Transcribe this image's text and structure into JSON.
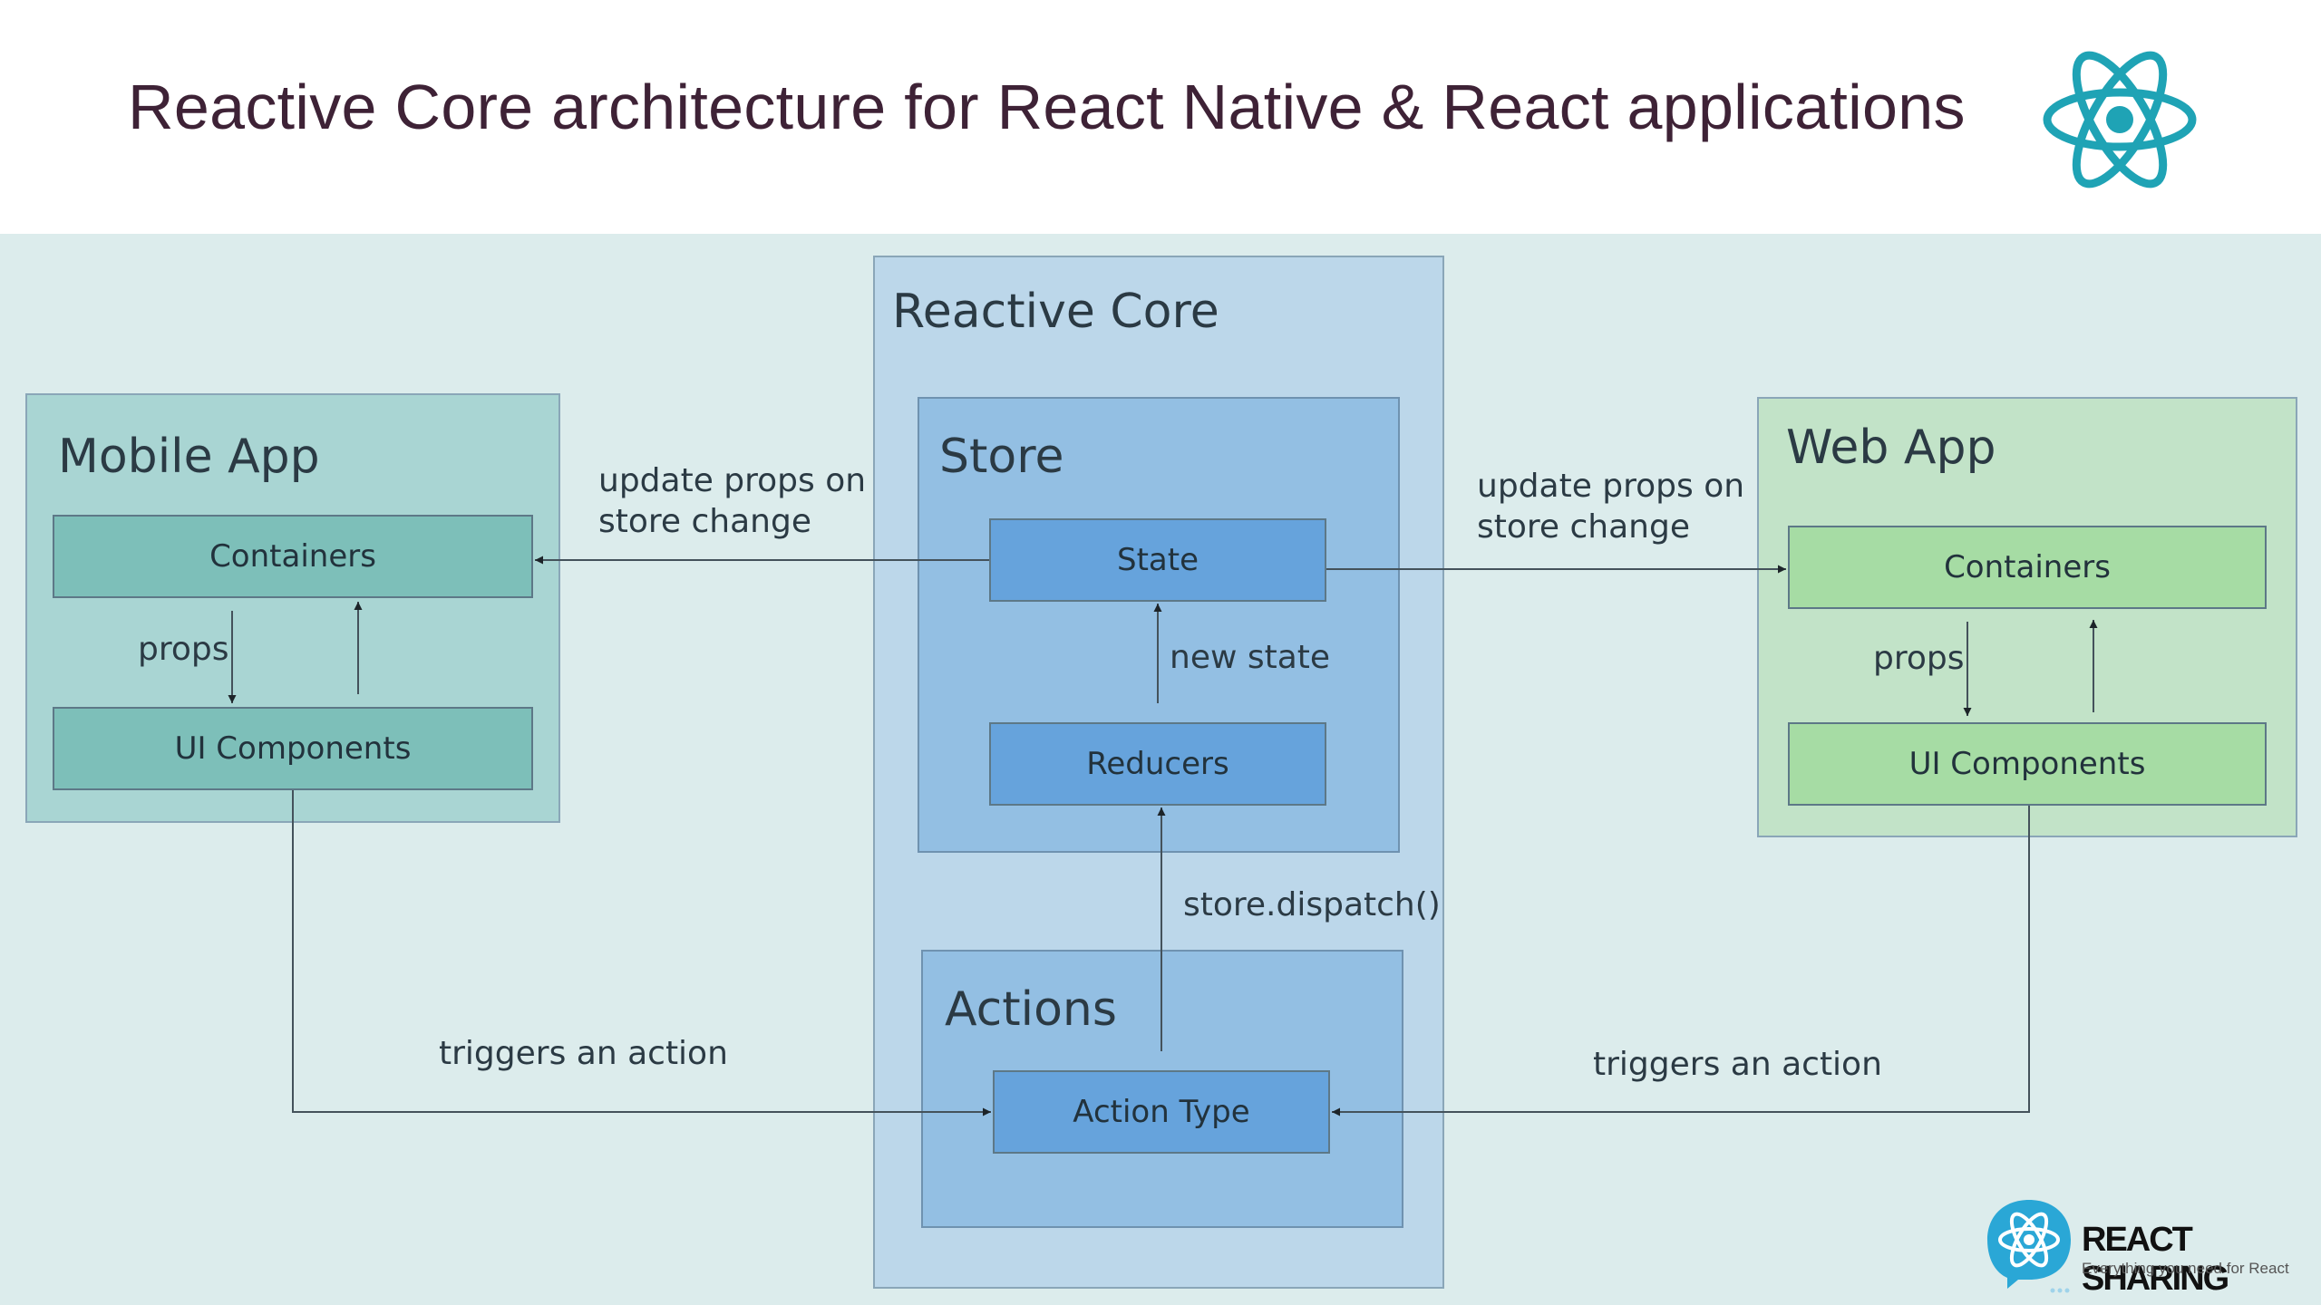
{
  "header": {
    "title": "Reactive Core architecture for React Native & React applications",
    "icon": "react-atom-icon",
    "icon_color": "#1fa3b5"
  },
  "diagram": {
    "reactive_core": {
      "title": "Reactive Core",
      "color": "#bcd7ea"
    },
    "store": {
      "title": "Store",
      "color": "#93bfe3",
      "state": "State",
      "reducers": "Reducers",
      "new_state": "new state"
    },
    "actions": {
      "title": "Actions",
      "color": "#93bfe3",
      "action_type": "Action Type",
      "dispatch": "store.dispatch()"
    },
    "mobile_app": {
      "title": "Mobile App",
      "color": "#a9d5d3",
      "containers": "Containers",
      "ui_components": "UI Components",
      "props": "props",
      "component_color": "#7dbfb9"
    },
    "web_app": {
      "title": "Web App",
      "color": "#c2e3c8",
      "containers": "Containers",
      "ui_components": "UI Components",
      "props": "props",
      "component_color": "#a6dca4"
    },
    "edges": {
      "update_left_line1": "update props on",
      "update_left_line2": "store change",
      "update_right_line1": "update props on",
      "update_right_line2": "store change",
      "triggers_left": "triggers an action",
      "triggers_right": "triggers an action"
    }
  },
  "branding": {
    "name": "REACT SHARING",
    "tagline": "Everything you need for React",
    "icon": "react-sharing-logo-icon",
    "color": "#2aa7d6"
  }
}
